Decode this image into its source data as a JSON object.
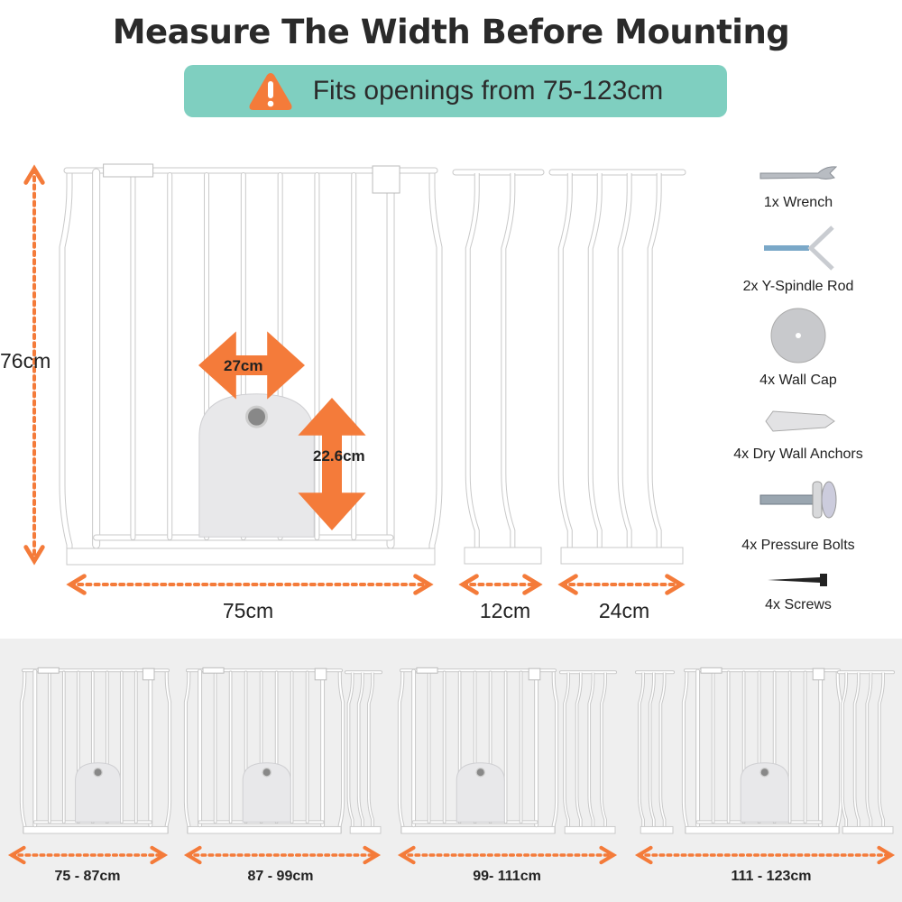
{
  "title": "Measure The Width Before Mounting",
  "banner": {
    "icon": "warning-icon",
    "text": "Fits openings from 75-123cm"
  },
  "dimensions": {
    "height": "76cm",
    "door_width": "27cm",
    "door_height": "22.6cm",
    "gate_width": "75cm",
    "extension_small": "12cm",
    "extension_large": "24cm"
  },
  "accessories": [
    {
      "icon": "wrench-icon",
      "label": "1x Wrench"
    },
    {
      "icon": "y-spindle-rod-icon",
      "label": "2x Y-Spindle Rod"
    },
    {
      "icon": "wall-cap-icon",
      "label": "4x Wall Cap"
    },
    {
      "icon": "dry-wall-anchor-icon",
      "label": "4x Dry Wall Anchors"
    },
    {
      "icon": "pressure-bolt-icon",
      "label": "4x Pressure Bolts"
    },
    {
      "icon": "screw-icon",
      "label": "4x Screws"
    }
  ],
  "configurations": [
    {
      "label": "75 - 87cm"
    },
    {
      "label": "87 - 99cm"
    },
    {
      "label": "99- 111cm"
    },
    {
      "label": "111 - 123cm"
    }
  ],
  "colors": {
    "accent": "#f47b3a",
    "banner": "#7fcfc0",
    "band": "#efefef"
  }
}
